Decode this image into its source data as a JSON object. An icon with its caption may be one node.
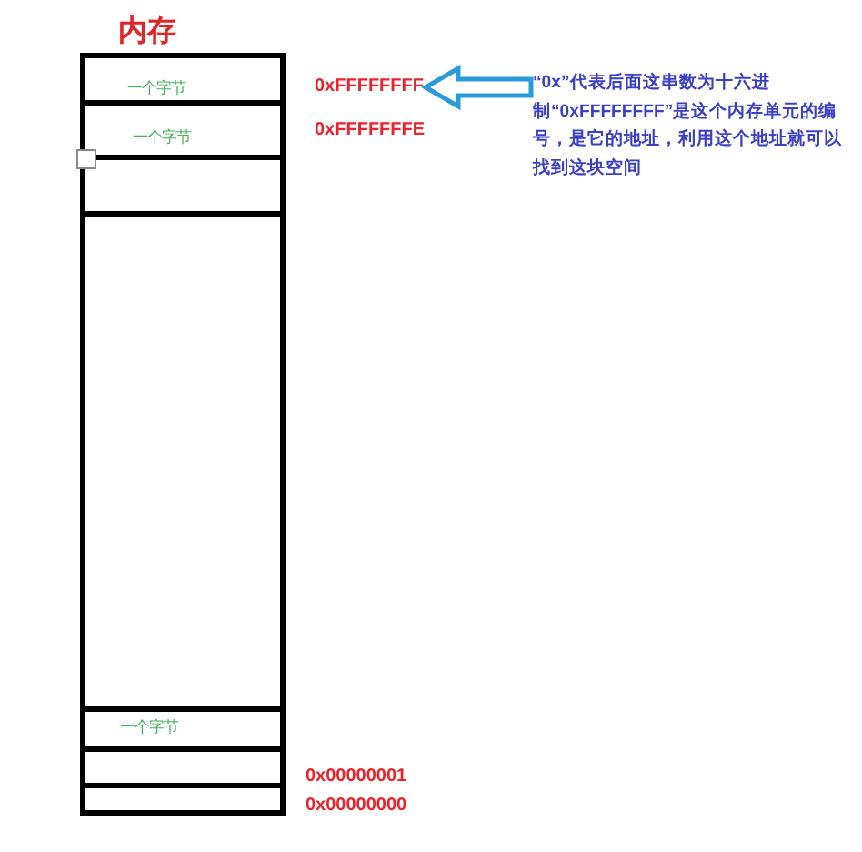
{
  "diagram": {
    "nodes": [
      {
        "text": [
          "内存"
        ]
      },
      {
        "text": [
          "一个字节"
        ],
        "in": 0
      },
      {
        "text": [
          "一个字节"
        ],
        "in": 0
      },
      {
        "text": [],
        "shape": "box",
        "in": 0
      },
      {
        "text": [],
        "shape": "box",
        "in": 0
      },
      {
        "text": [
          "一个字节"
        ],
        "in": 0
      },
      {
        "text": [],
        "shape": "box",
        "in": 0
      },
      {
        "text": [],
        "shape": "box",
        "in": 0
      },
      {
        "text": [
          "0xFFFFFFFF"
        ]
      },
      {
        "text": [
          "“0x”代表后面这串数为十六进制“0xFFFFFFFF”是这个内存单元的编号，是它的地址，利用这个地址就可以找到这块空间"
        ]
      }
    ],
    "edges": [
      {
        "from": 9,
        "to": 8,
        "arrow": "to"
      }
    ],
    "labels": [
      "0xFFFFFFFE",
      "0x00000001",
      "0x00000000"
    ]
  }
}
